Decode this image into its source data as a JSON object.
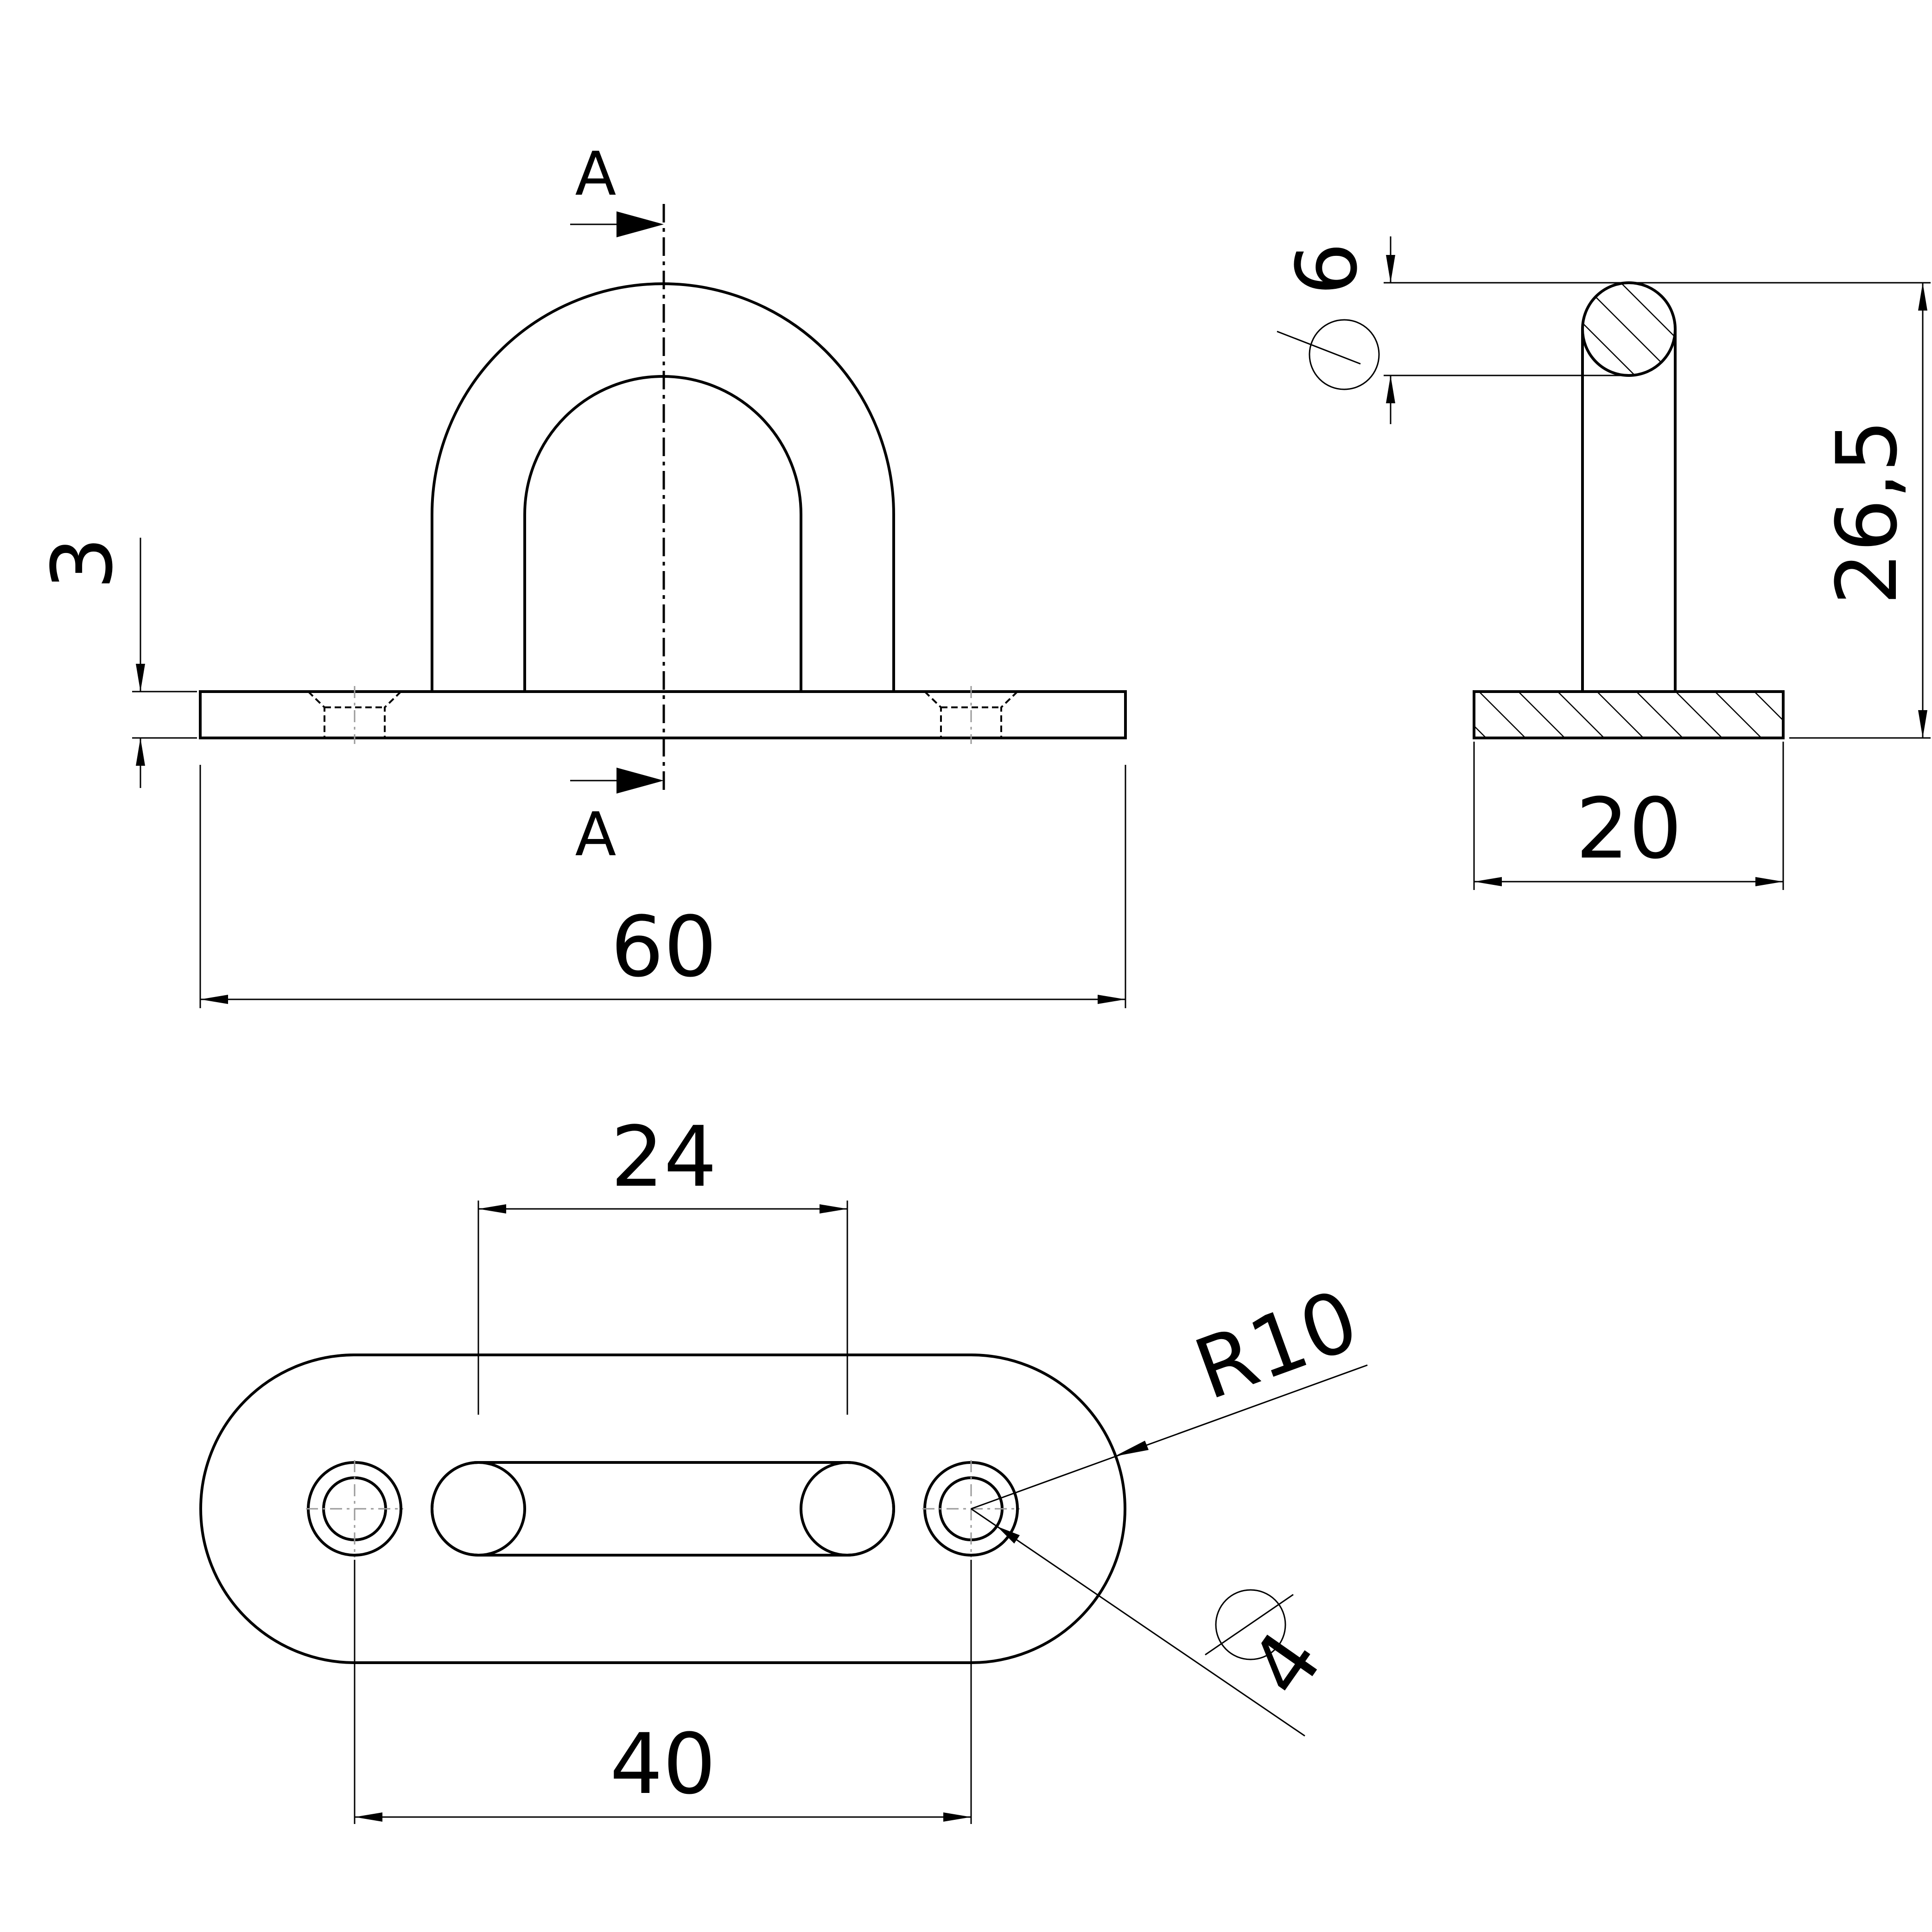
{
  "section_labels": {
    "top": "A",
    "bottom": "A"
  },
  "dimensions": {
    "plate_thickness": "3",
    "overall_length": "60",
    "rod_diameter": "6",
    "height": "26,5",
    "plate_width": "20",
    "slot_spacing": "24",
    "end_radius": "R10",
    "hole_diameter": "4",
    "hole_spacing": "40"
  },
  "colors": {
    "line": "#000000",
    "centerline": "#9a9a9a"
  }
}
